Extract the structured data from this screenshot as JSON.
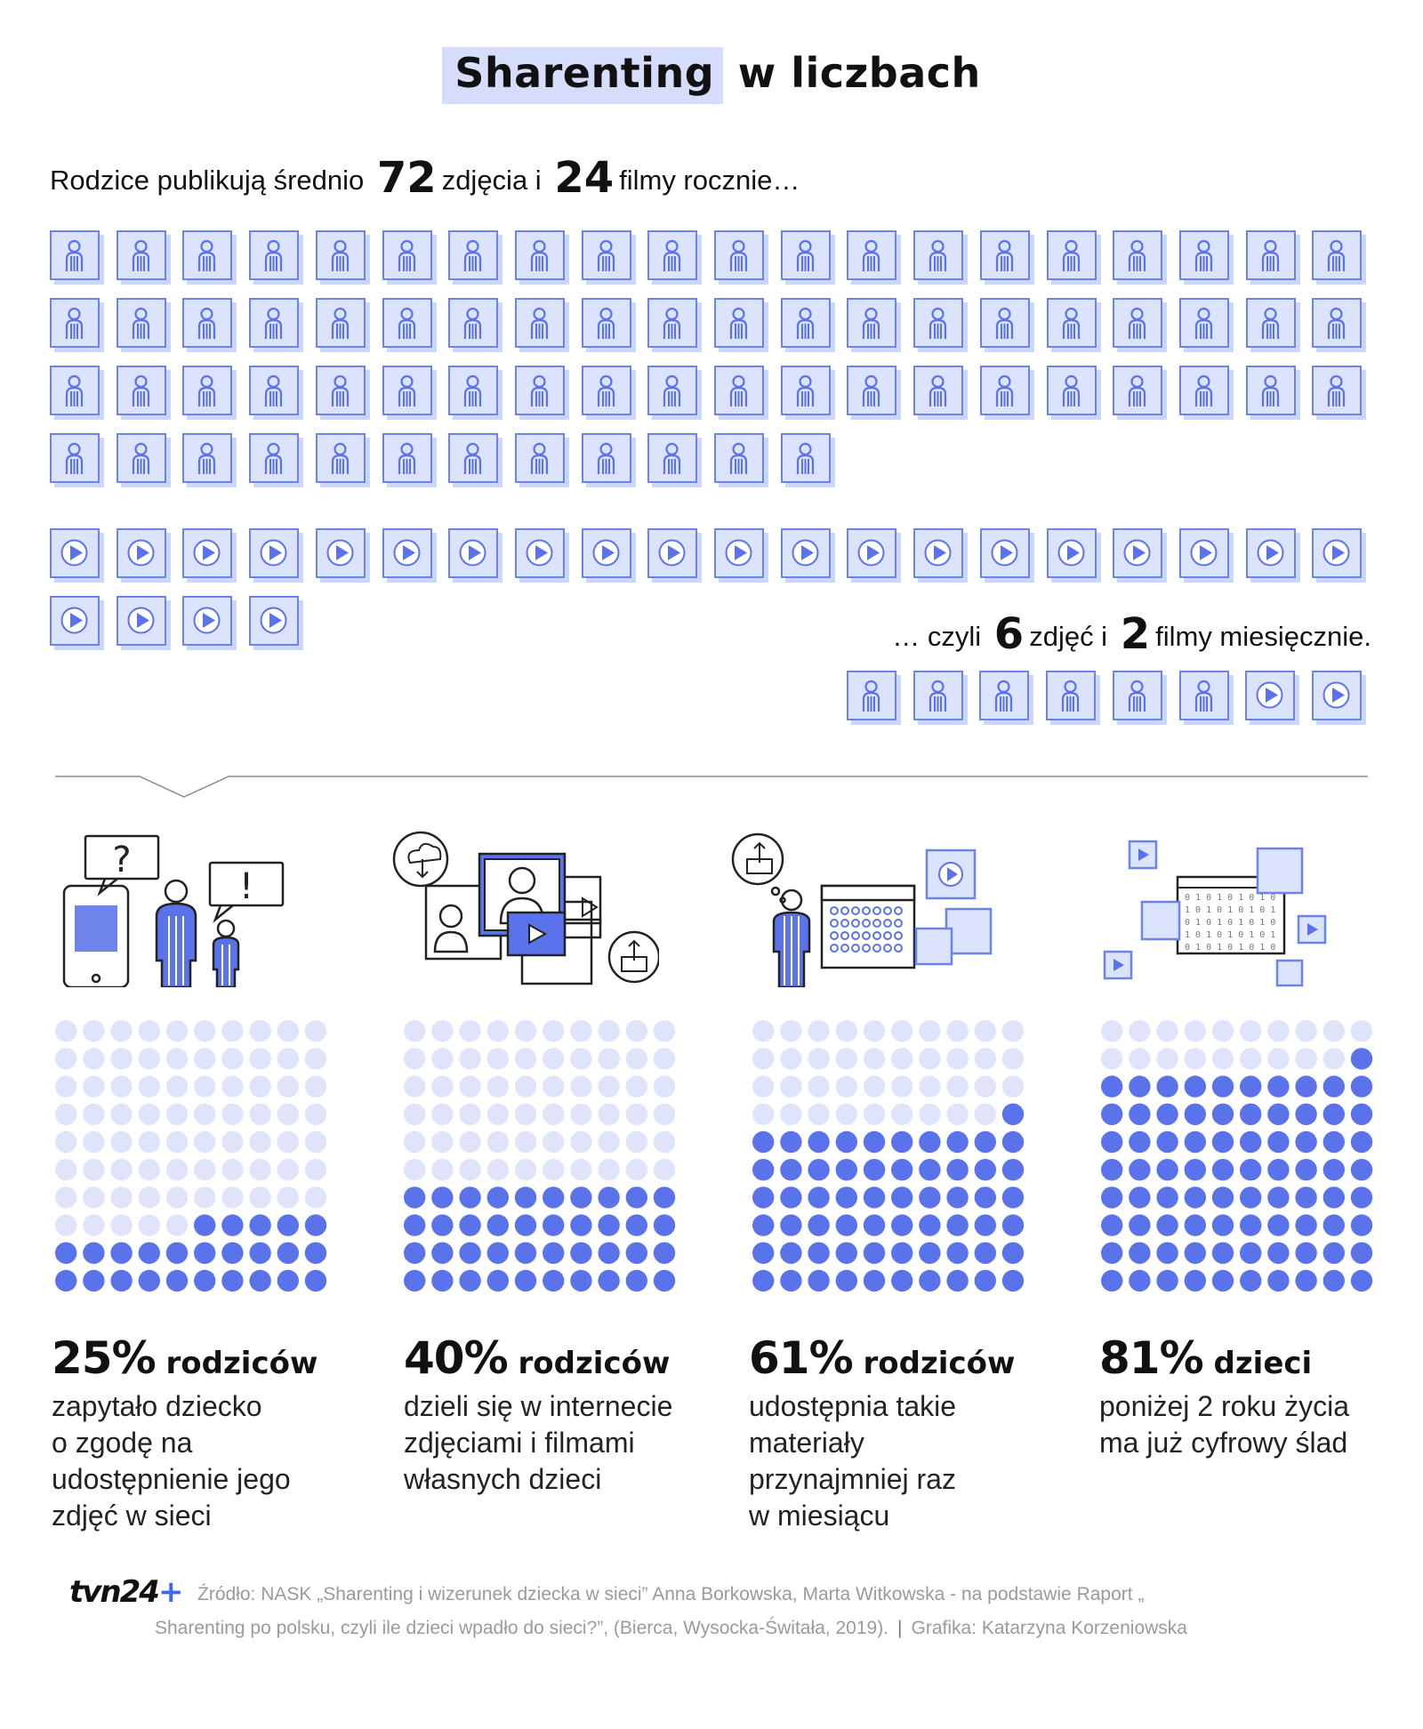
{
  "title": {
    "highlight": "Sharenting",
    "rest": "w liczbach"
  },
  "intro": {
    "prefix": "Rodzice publikują średnio",
    "photos": "72",
    "photos_label": "zdjęcia i",
    "videos": "24",
    "videos_label": "filmy rocznie…"
  },
  "monthly": {
    "prefix": "… czyli",
    "photos": "6",
    "photos_label": "zdjęć i",
    "videos": "2",
    "videos_label": "filmy miesięcznie."
  },
  "counts": {
    "yearly_photos": 72,
    "yearly_videos": 24,
    "monthly_photos": 6,
    "monthly_videos": 2
  },
  "colors": {
    "accent": "#5a72ea",
    "tile_fill": "#dce3fd",
    "dot_empty": "#dfe4fb",
    "dot_filled": "#5a72ea",
    "title_highlight": "#d6dcfb"
  },
  "stats": [
    {
      "pct": "25%",
      "who": "rodziców",
      "lines": [
        "zapytało dziecko",
        "o zgodę na",
        "udostępnienie jego",
        "zdjęć w sieci"
      ],
      "filled": 25,
      "illustration": "parent-child-question-icon"
    },
    {
      "pct": "40%",
      "who": "rodziców",
      "lines": [
        "dzieli się w internecie",
        "zdjęciami i filmami",
        "własnych dzieci"
      ],
      "filled": 40,
      "illustration": "sharing-media-icon"
    },
    {
      "pct": "61%",
      "who": "rodziców",
      "lines": [
        "udostępnia takie",
        "materiały",
        "przynajmniej raz",
        "w miesiącu"
      ],
      "filled": 61,
      "illustration": "calendar-upload-icon"
    },
    {
      "pct": "81%",
      "who": "dzieci",
      "lines": [
        "poniżej 2 roku życia",
        "ma już cyfrowy ślad"
      ],
      "filled": 81,
      "illustration": "digital-footprint-icon"
    }
  ],
  "footer": {
    "logo_main": "tvn24",
    "logo_plus": "+",
    "source_line1": "Źródło: NASK „Sharenting i wizerunek dziecka w sieci” Anna Borkowska, Marta Witkowska - na podstawie Raport „",
    "source_line2": "Sharenting po polsku, czyli ile dzieci wpadło do sieci?”, (Bierca, Wysocka-Świtała, 2019).",
    "credit": "Grafika: Katarzyna Korzeniowska"
  }
}
